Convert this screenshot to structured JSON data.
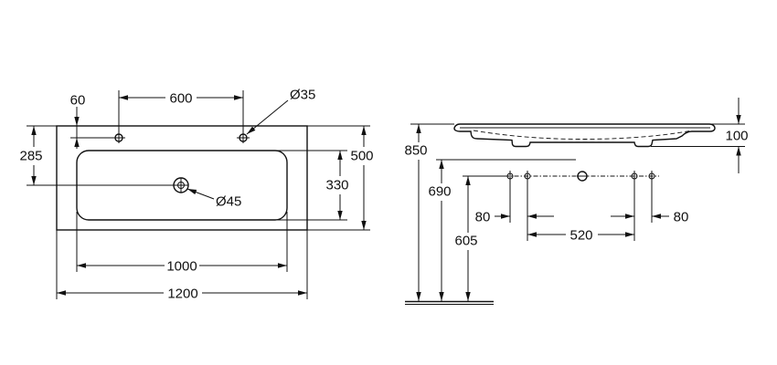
{
  "drawing": {
    "line_color": "#111111",
    "background": "#ffffff"
  },
  "plan_view": {
    "tap_edge_offset": "60",
    "tap_spacing": "600",
    "tap_hole_diameter": "Ø35",
    "drain_edge_offset": "285",
    "overall_depth": "500",
    "bowl_depth": "330",
    "drain_diameter": "Ø45",
    "bowl_width": "1000",
    "overall_width": "1200"
  },
  "side_view": {
    "overall_height": "850",
    "thickness": "100",
    "upper_height": "690",
    "fixing_height": "605",
    "left_hole_spacing": "80",
    "fixing_spacing": "520",
    "right_hole_spacing": "80"
  }
}
